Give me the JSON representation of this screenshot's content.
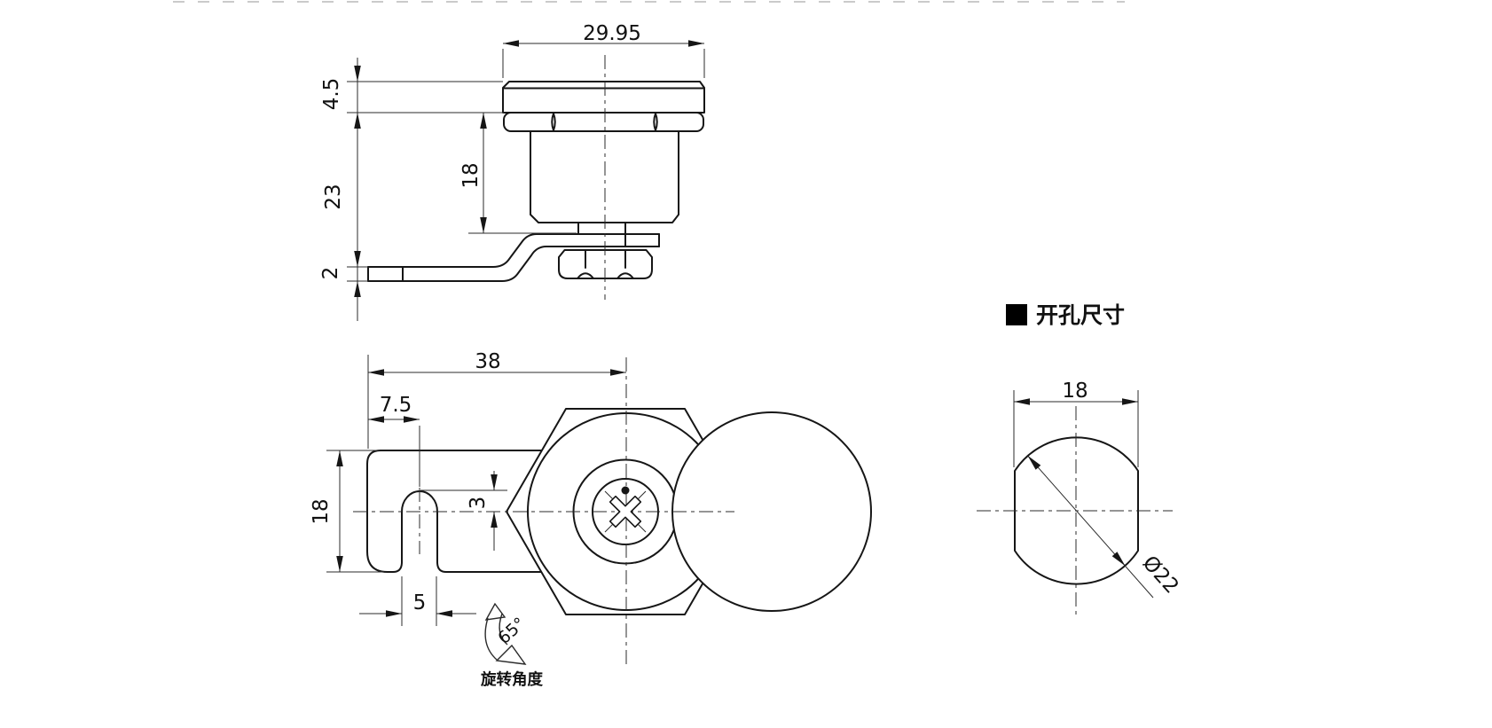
{
  "page": {
    "background": "#ffffff",
    "line_color": "#161616"
  },
  "front_view": {
    "dim_width": "29.95",
    "dim_cap_height": "4.5",
    "dim_total_height": "23",
    "dim_plate_thickness": "2",
    "dim_body_height": "18"
  },
  "plan_view": {
    "dim_total_length": "38",
    "dim_cam_offset": "7.5",
    "dim_cam_width": "18",
    "dim_slot_center": "3",
    "dim_slot_width": "5",
    "rotation_angle": "65°",
    "rotation_label": "旋转角度"
  },
  "hole_view": {
    "title": "开孔尺寸",
    "dim_flat_width": "18",
    "dim_diameter": "Ø22"
  }
}
